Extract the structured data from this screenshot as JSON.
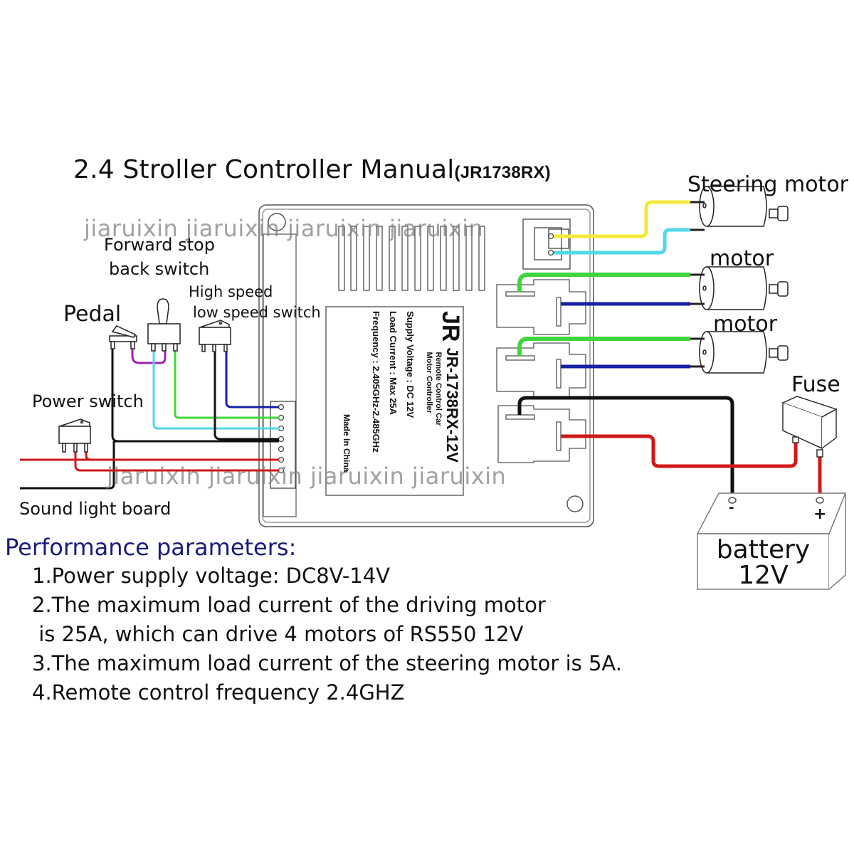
{
  "title": {
    "main": "2.4 Stroller Controller Manual",
    "model": "(JR1738RX)"
  },
  "watermarks": {
    "top": "jiaruixin jiaruixin jiaruixin jiaruixin",
    "bottom": "jiaruixin jiaruixin jiaruixin jiaruixin"
  },
  "labels": {
    "forward_stop_line1": "Forward stop",
    "forward_stop_line2": "back switch",
    "high_speed_line1": "High speed",
    "high_speed_line2": "low speed   switch",
    "pedal": "Pedal",
    "power_switch": "Power switch",
    "sound_light_board": "Sound light board",
    "steering_motor": "Steering motor",
    "motor_1": "motor",
    "motor_2": "motor",
    "fuse": "Fuse",
    "battery_line1": "battery",
    "battery_line2": "12V",
    "battery_neg": "-",
    "battery_pos": "+"
  },
  "controller_plate": {
    "logo": "JR",
    "model": "JR-1738RX-12V",
    "subtitle_line1": "Remote Control Car",
    "subtitle_line2": "Motor Controller",
    "supply_voltage": "Supply Voltage : DC 12V",
    "load_current": "Load Current : Max 25A",
    "frequency": "Frequency : 2.405GHz-2.485GHz",
    "made_in": "Made In China"
  },
  "performance": {
    "title": "Performance parameters:",
    "items": [
      "1.Power supply voltage: DC8V-14V",
      "2.The maximum load current of the driving motor",
      " is 25A, which can drive 4 motors of RS550 12V",
      "3.The maximum load current of the steering motor is 5A.",
      "4.Remote control frequency 2.4GHZ"
    ]
  },
  "wire_colors": {
    "yellow": "#f2ea3a",
    "cyan": "#52d8e6",
    "green": "#3ed63a",
    "blue": "#1520a6",
    "black": "#111111",
    "red": "#d01818",
    "purple": "#a020b0"
  }
}
